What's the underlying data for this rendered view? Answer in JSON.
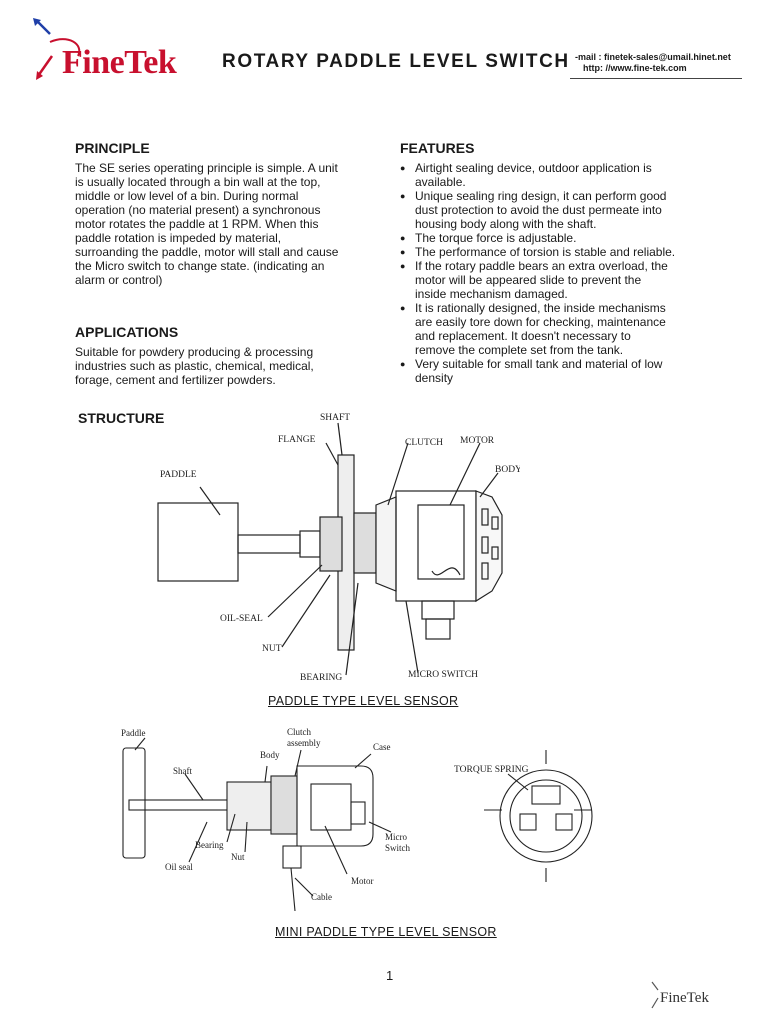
{
  "header": {
    "logo": "FineTek",
    "title": "ROTARY PADDLE LEVEL SWITCH",
    "email": "-mail : finetek-sales@umail.hinet.net",
    "web": "http: //www.fine-tek.com"
  },
  "principle": {
    "heading": "PRINCIPLE",
    "lines": [
      "The SE series operating principle is simple. A unit",
      "is usually located through a bin wall at the top,",
      "middle or low level of a bin. During normal",
      "operation (no material present) a synchronous",
      "motor rotates the paddle at 1 RPM. When this",
      "paddle rotation is impeded by material,",
      "surroanding the paddle, motor will stall and cause",
      "the Micro switch to change state. (indicating an",
      "alarm or control)"
    ]
  },
  "applications": {
    "heading": "APPLICATIONS",
    "lines": [
      "Suitable for powdery producing & processing",
      "industries such as plastic, chemical, medical,",
      "forage, cement and fertilizer powders."
    ]
  },
  "features": {
    "heading": "FEATURES",
    "items": [
      [
        "Airtight sealing device, outdoor application is",
        "available."
      ],
      [
        "Unique sealing ring design, it can perform good",
        "dust protection to avoid the dust permeate into",
        "housing body along with the shaft."
      ],
      [
        "The torque force is adjustable."
      ],
      [
        "The performance of torsion is stable and reliable."
      ],
      [
        "If the rotary paddle bears an extra overload, the",
        "motor will be appeared slide to prevent the",
        "inside mechanism damaged."
      ],
      [
        "It is rationally designed, the inside mechanisms",
        "are easily tore down for checking, maintenance",
        "and replacement. It doesn't necessary to",
        "remove the complete set from the tank."
      ],
      [
        "Very suitable for small tank and material of low",
        "density"
      ]
    ]
  },
  "structure": {
    "heading": "STRUCTURE",
    "labels": {
      "shaft": "SHAFT",
      "flange": "FLANGE",
      "clutch": "CLUTCH",
      "motor": "MOTOR",
      "body": "BODY",
      "paddle": "PADDLE",
      "oil_seal": "OIL-SEAL",
      "nut": "NUT",
      "bearing": "BEARING",
      "micro_switch": "MICRO SWITCH"
    },
    "caption": "PADDLE TYPE LEVEL SENSOR"
  },
  "mini": {
    "labels": {
      "paddle": "Paddle",
      "clutch1": "Clutch",
      "clutch2": "assembly",
      "body": "Body",
      "case": "Case",
      "shaft": "Shaft",
      "bearing": "Bearing",
      "nut": "Nut",
      "oil_seal": "Oil seal",
      "micro1": "Micro",
      "micro2": "Switch",
      "motor": "Motor",
      "cable": "Cable",
      "torque": "TORQUE SPRING"
    },
    "caption": "MINI PADDLE TYPE LEVEL SENSOR"
  },
  "footer": {
    "page": "1",
    "logo": "FineTek"
  },
  "colors": {
    "brand": "#c8102e",
    "accent": "#1f3fa8"
  }
}
